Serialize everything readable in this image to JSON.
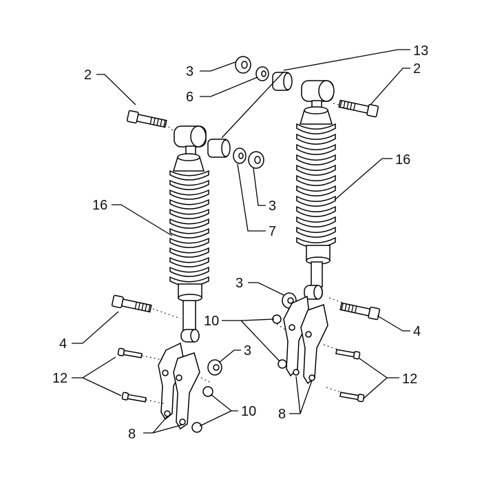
{
  "callouts": [
    {
      "id": "c2l",
      "text": "2"
    },
    {
      "id": "c2r",
      "text": "2"
    },
    {
      "id": "c3a",
      "text": "3"
    },
    {
      "id": "c6",
      "text": "6"
    },
    {
      "id": "c13",
      "text": "13"
    },
    {
      "id": "c16r",
      "text": "16"
    },
    {
      "id": "c16l",
      "text": "16"
    },
    {
      "id": "c3b",
      "text": "3"
    },
    {
      "id": "c7",
      "text": "7"
    },
    {
      "id": "c3c",
      "text": "3"
    },
    {
      "id": "c10r",
      "text": "10"
    },
    {
      "id": "c4r",
      "text": "4"
    },
    {
      "id": "c4l",
      "text": "4"
    },
    {
      "id": "c3d",
      "text": "3"
    },
    {
      "id": "c12l",
      "text": "12"
    },
    {
      "id": "c12r",
      "text": "12"
    },
    {
      "id": "c10l",
      "text": "10"
    },
    {
      "id": "c8l",
      "text": "8"
    },
    {
      "id": "c8r",
      "text": "8"
    }
  ]
}
